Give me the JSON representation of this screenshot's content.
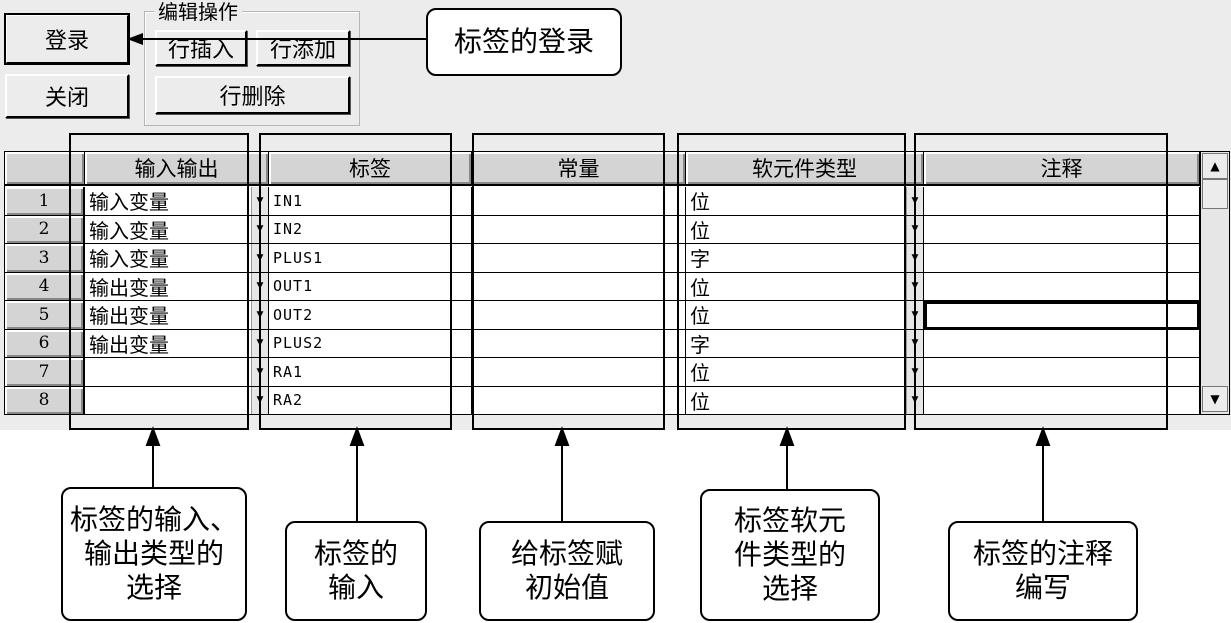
{
  "toolbar": {
    "login_label": "登录",
    "close_label": "关闭",
    "edit_group_title": "编辑操作",
    "row_insert_label": "行插入",
    "row_add_label": "行添加",
    "row_delete_label": "行删除"
  },
  "grid": {
    "columns": [
      "输入输出",
      "标签",
      "常量",
      "软元件类型",
      "注释"
    ],
    "rows": [
      {
        "no": "1",
        "io": "输入变量",
        "label": "IN1",
        "const": "",
        "type": "位",
        "comment": ""
      },
      {
        "no": "2",
        "io": "输入变量",
        "label": "IN2",
        "const": "",
        "type": "位",
        "comment": ""
      },
      {
        "no": "3",
        "io": "输入变量",
        "label": "PLUS1",
        "const": "",
        "type": "字",
        "comment": ""
      },
      {
        "no": "4",
        "io": "输出变量",
        "label": "OUT1",
        "const": "",
        "type": "位",
        "comment": ""
      },
      {
        "no": "5",
        "io": "输出变量",
        "label": "OUT2",
        "const": "",
        "type": "位",
        "comment": ""
      },
      {
        "no": "6",
        "io": "输出变量",
        "label": "PLUS2",
        "const": "",
        "type": "字",
        "comment": ""
      },
      {
        "no": "7",
        "io": "",
        "label": "RA1",
        "const": "",
        "type": "位",
        "comment": ""
      },
      {
        "no": "8",
        "io": "",
        "label": "RA2",
        "const": "",
        "type": "位",
        "comment": ""
      }
    ]
  },
  "callouts": {
    "login": "标签的登录",
    "io_type": "标签的输入、\n输出类型的\n选择",
    "label_input": "标签的\n输入",
    "constant": "给标签赋\n初始值",
    "device_type": "标签软元\n件类型的\n选择",
    "comment": "标签的注释\n编写"
  },
  "icons": {
    "dropdown": "dropdown-arrow-icon",
    "scroll_up": "scroll-up-icon",
    "scroll_down": "scroll-down-icon"
  }
}
